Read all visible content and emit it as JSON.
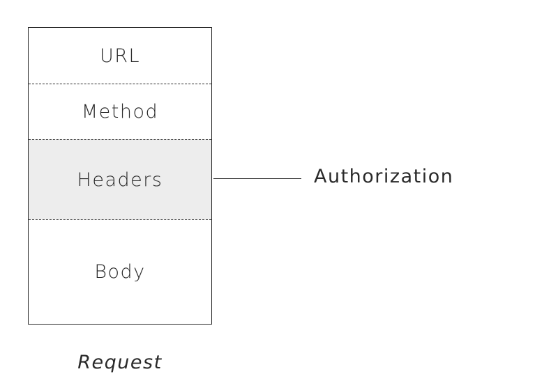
{
  "request": {
    "caption": "Request",
    "sections": [
      {
        "label": "URL"
      },
      {
        "label": "Method"
      },
      {
        "label": "Headers",
        "highlighted": true
      },
      {
        "label": "Body"
      }
    ]
  },
  "callout": {
    "label": "Authorization",
    "target": "Headers"
  },
  "colors": {
    "stroke": "#2a2a2a",
    "highlight": "#ededed",
    "background": "#ffffff"
  }
}
